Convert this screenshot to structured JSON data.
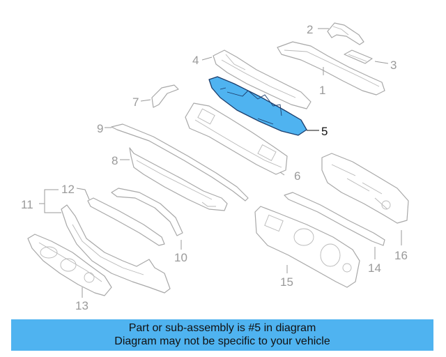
{
  "diagram": {
    "highlight_color": "#4fb3f0",
    "highlighted_callout": "5",
    "callouts": [
      "1",
      "2",
      "3",
      "4",
      "5",
      "6",
      "7",
      "8",
      "9",
      "10",
      "11",
      "12",
      "13",
      "14",
      "15",
      "16"
    ]
  },
  "banner": {
    "background": "#4fb3f0",
    "line1": "Part or sub-assembly is #5 in diagram",
    "line2": "Diagram may not be specific to your vehicle"
  }
}
